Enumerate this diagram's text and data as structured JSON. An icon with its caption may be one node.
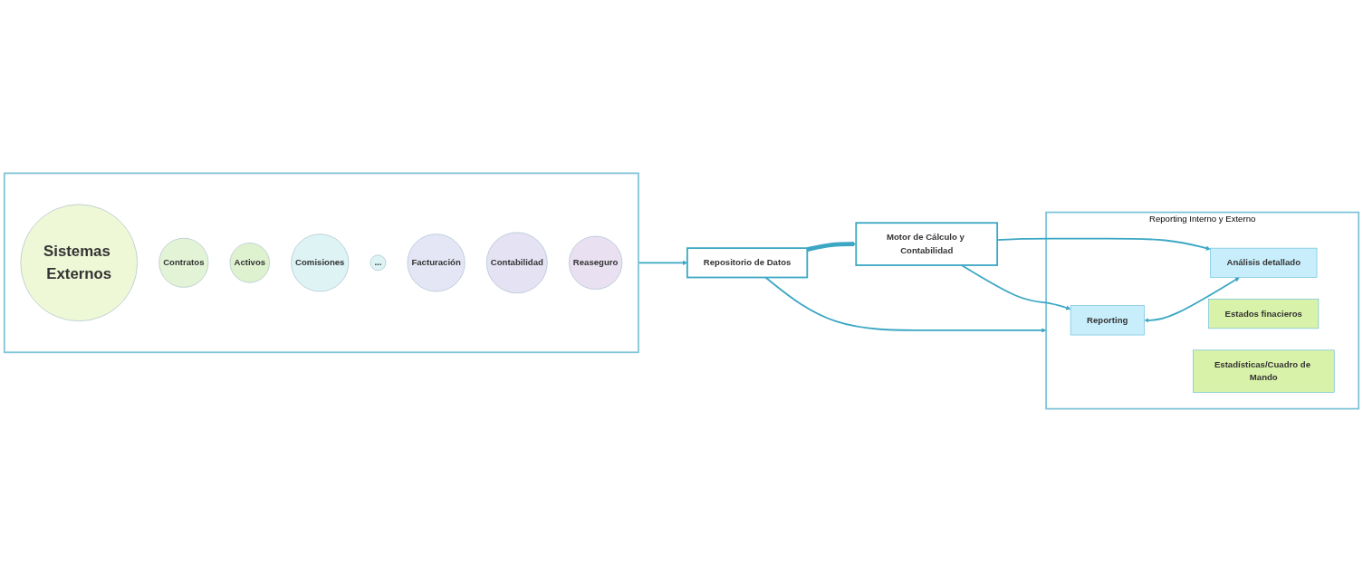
{
  "diagram": {
    "nodes": [
      {
        "text": [],
        "shape": "box"
      },
      {
        "text": [
          "Sistemas Externos"
        ],
        "in": 0
      },
      {
        "text": [
          "Contratos"
        ],
        "in": 0
      },
      {
        "text": [
          "Activos"
        ],
        "in": 0
      },
      {
        "text": [
          "Comisiones"
        ],
        "in": 0
      },
      {
        "text": [
          "..."
        ],
        "in": 0
      },
      {
        "text": [
          "Facturación"
        ],
        "in": 0
      },
      {
        "text": [
          "Contabilidad"
        ],
        "in": 0
      },
      {
        "text": [
          "Reaseguro"
        ],
        "in": 0
      },
      {
        "text": [
          "Repositorio de Datos"
        ]
      },
      {
        "text": [
          "Motor de Cálculo y Contabilidad"
        ]
      },
      {
        "text": [
          "Reporting Interno y Externo"
        ]
      },
      {
        "text": [
          "Reporting"
        ],
        "in": 11
      },
      {
        "text": [
          "Análisis detallado"
        ],
        "in": 11
      },
      {
        "text": [
          "Estados finacieros"
        ],
        "in": 11
      },
      {
        "text": [
          "Estadísticas/Cuadro de Mando"
        ],
        "in": 11
      }
    ],
    "edges": [
      {
        "from": 0,
        "to": 9,
        "arrow": "to"
      },
      {
        "from": 9,
        "to": 10,
        "arrow": "to",
        "style": "thick"
      },
      {
        "from": 10,
        "to": 12,
        "arrow": "to"
      },
      {
        "from": 10,
        "to": 13,
        "arrow": "to"
      },
      {
        "from": 9,
        "to": 11,
        "arrow": "to"
      },
      {
        "from": 12,
        "to": 13,
        "arrow": "both"
      }
    ]
  }
}
